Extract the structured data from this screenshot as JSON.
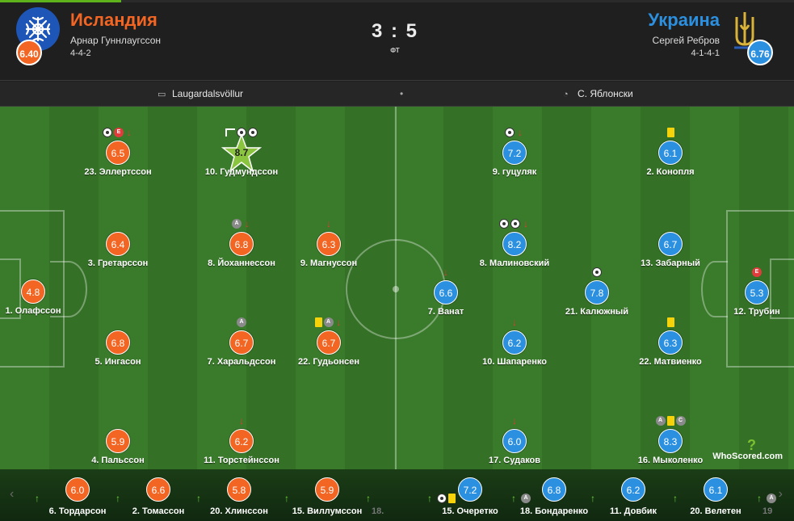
{
  "home": {
    "name": "Исландия",
    "manager": "Арнар Гуннлаугссон",
    "formation": "4-4-2",
    "rating": "6.40",
    "color": "#f26522"
  },
  "away": {
    "name": "Украина",
    "manager": "Сергей Ребров",
    "formation": "4-1-4-1",
    "rating": "6.76",
    "color": "#2c90e0"
  },
  "score": "3 : 5",
  "status": "ФТ",
  "venue": "Laugardalsvöllur",
  "referee": "С. Яблонски",
  "home_players": [
    {
      "name": "1. Олафссон",
      "rating": "4.8",
      "events": []
    },
    {
      "name": "23. Эллертссон",
      "rating": "6.5",
      "events": [
        "ball",
        "tag-e",
        "arrow-down"
      ]
    },
    {
      "name": "10. Гудмундссон",
      "rating": "8.7",
      "events": [
        "post",
        "ball",
        "ball"
      ],
      "motm": true
    },
    {
      "name": "3. Гретарссон",
      "rating": "6.4",
      "events": []
    },
    {
      "name": "8. Йоханнессон",
      "rating": "6.8",
      "events": [
        "tag-a",
        "arrow-down"
      ]
    },
    {
      "name": "9. Магнуссон",
      "rating": "6.3",
      "events": [
        "arrow-down"
      ]
    },
    {
      "name": "5. Ингасон",
      "rating": "6.8",
      "events": []
    },
    {
      "name": "7. Харальдссон",
      "rating": "6.7",
      "events": [
        "tag-a"
      ]
    },
    {
      "name": "22. Гудьонсен",
      "rating": "6.7",
      "events": [
        "card",
        "tag-a",
        "arrow-down"
      ]
    },
    {
      "name": "4. Пальссон",
      "rating": "5.9",
      "events": []
    },
    {
      "name": "11. Торстейнссон",
      "rating": "6.2",
      "events": [
        "arrow-down"
      ]
    }
  ],
  "away_players": [
    {
      "name": "9. гуцуляк",
      "rating": "7.2",
      "events": [
        "ball",
        "arrow-down"
      ]
    },
    {
      "name": "2. Конопля",
      "rating": "6.1",
      "events": [
        "card"
      ]
    },
    {
      "name": "8. Малиновский",
      "rating": "8.2",
      "events": [
        "ball",
        "ball",
        "arrow-down"
      ]
    },
    {
      "name": "13. Забарный",
      "rating": "6.7",
      "events": []
    },
    {
      "name": "7. Ванат",
      "rating": "6.6",
      "events": [
        "arrow-down"
      ]
    },
    {
      "name": "21. Калюжный",
      "rating": "7.8",
      "events": [
        "ball"
      ]
    },
    {
      "name": "12. Трубин",
      "rating": "5.3",
      "events": [
        "tag-e"
      ]
    },
    {
      "name": "10. Шапаренко",
      "rating": "6.2",
      "events": [
        "arrow-down"
      ]
    },
    {
      "name": "22. Матвиенко",
      "rating": "6.3",
      "events": [
        "card"
      ]
    },
    {
      "name": "17. Судаков",
      "rating": "6.0",
      "events": [
        "arrow-down"
      ]
    },
    {
      "name": "16. Мыколенко",
      "rating": "8.3",
      "events": [
        "tag-a",
        "card",
        "tag-c"
      ]
    }
  ],
  "home_subs": [
    {
      "name": "6. Тордарсон",
      "rating": "6.0"
    },
    {
      "name": "2. Томассон",
      "rating": "6.6"
    },
    {
      "name": "20. Хлинссон",
      "rating": "5.8"
    },
    {
      "name": "15. Виллумссон",
      "rating": "5.9"
    },
    {
      "name": "18."
    }
  ],
  "away_subs": [
    {
      "name": "15. Очеретко",
      "rating": "7.2"
    },
    {
      "name": "18. Бондаренко",
      "rating": "6.8"
    },
    {
      "name": "11. Довбик",
      "rating": "6.2"
    },
    {
      "name": "20. Велетен",
      "rating": "6.1"
    },
    {
      "name": "19"
    }
  ],
  "watermark": "WhoScored.com",
  "icons": {
    "venue": "stadium-icon",
    "referee": "whistle-icon",
    "prev": "chevron-left-icon",
    "next": "chevron-right-icon"
  }
}
